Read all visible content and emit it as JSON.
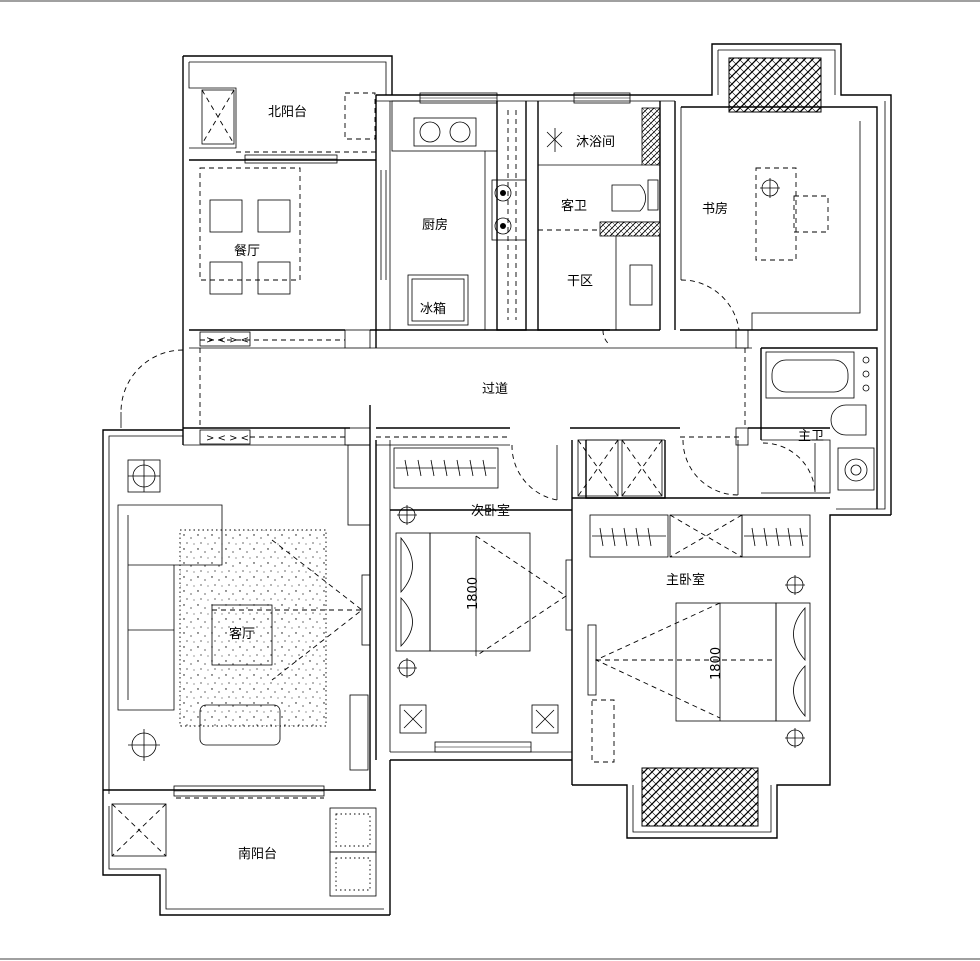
{
  "rooms": {
    "north_balcony": "北阳台",
    "dining": "餐厅",
    "kitchen": "厨房",
    "fridge": "冰箱",
    "shower": "沐浴间",
    "guest_bath": "客卫",
    "dry_area": "干区",
    "study": "书房",
    "corridor": "过道",
    "master_bath": "主卫",
    "second_bedroom": "次卧室",
    "master_bedroom": "主卧室",
    "living": "客厅",
    "south_balcony": "南阳台"
  },
  "dimensions": {
    "second_bed": "1800",
    "master_bed": "1800"
  }
}
